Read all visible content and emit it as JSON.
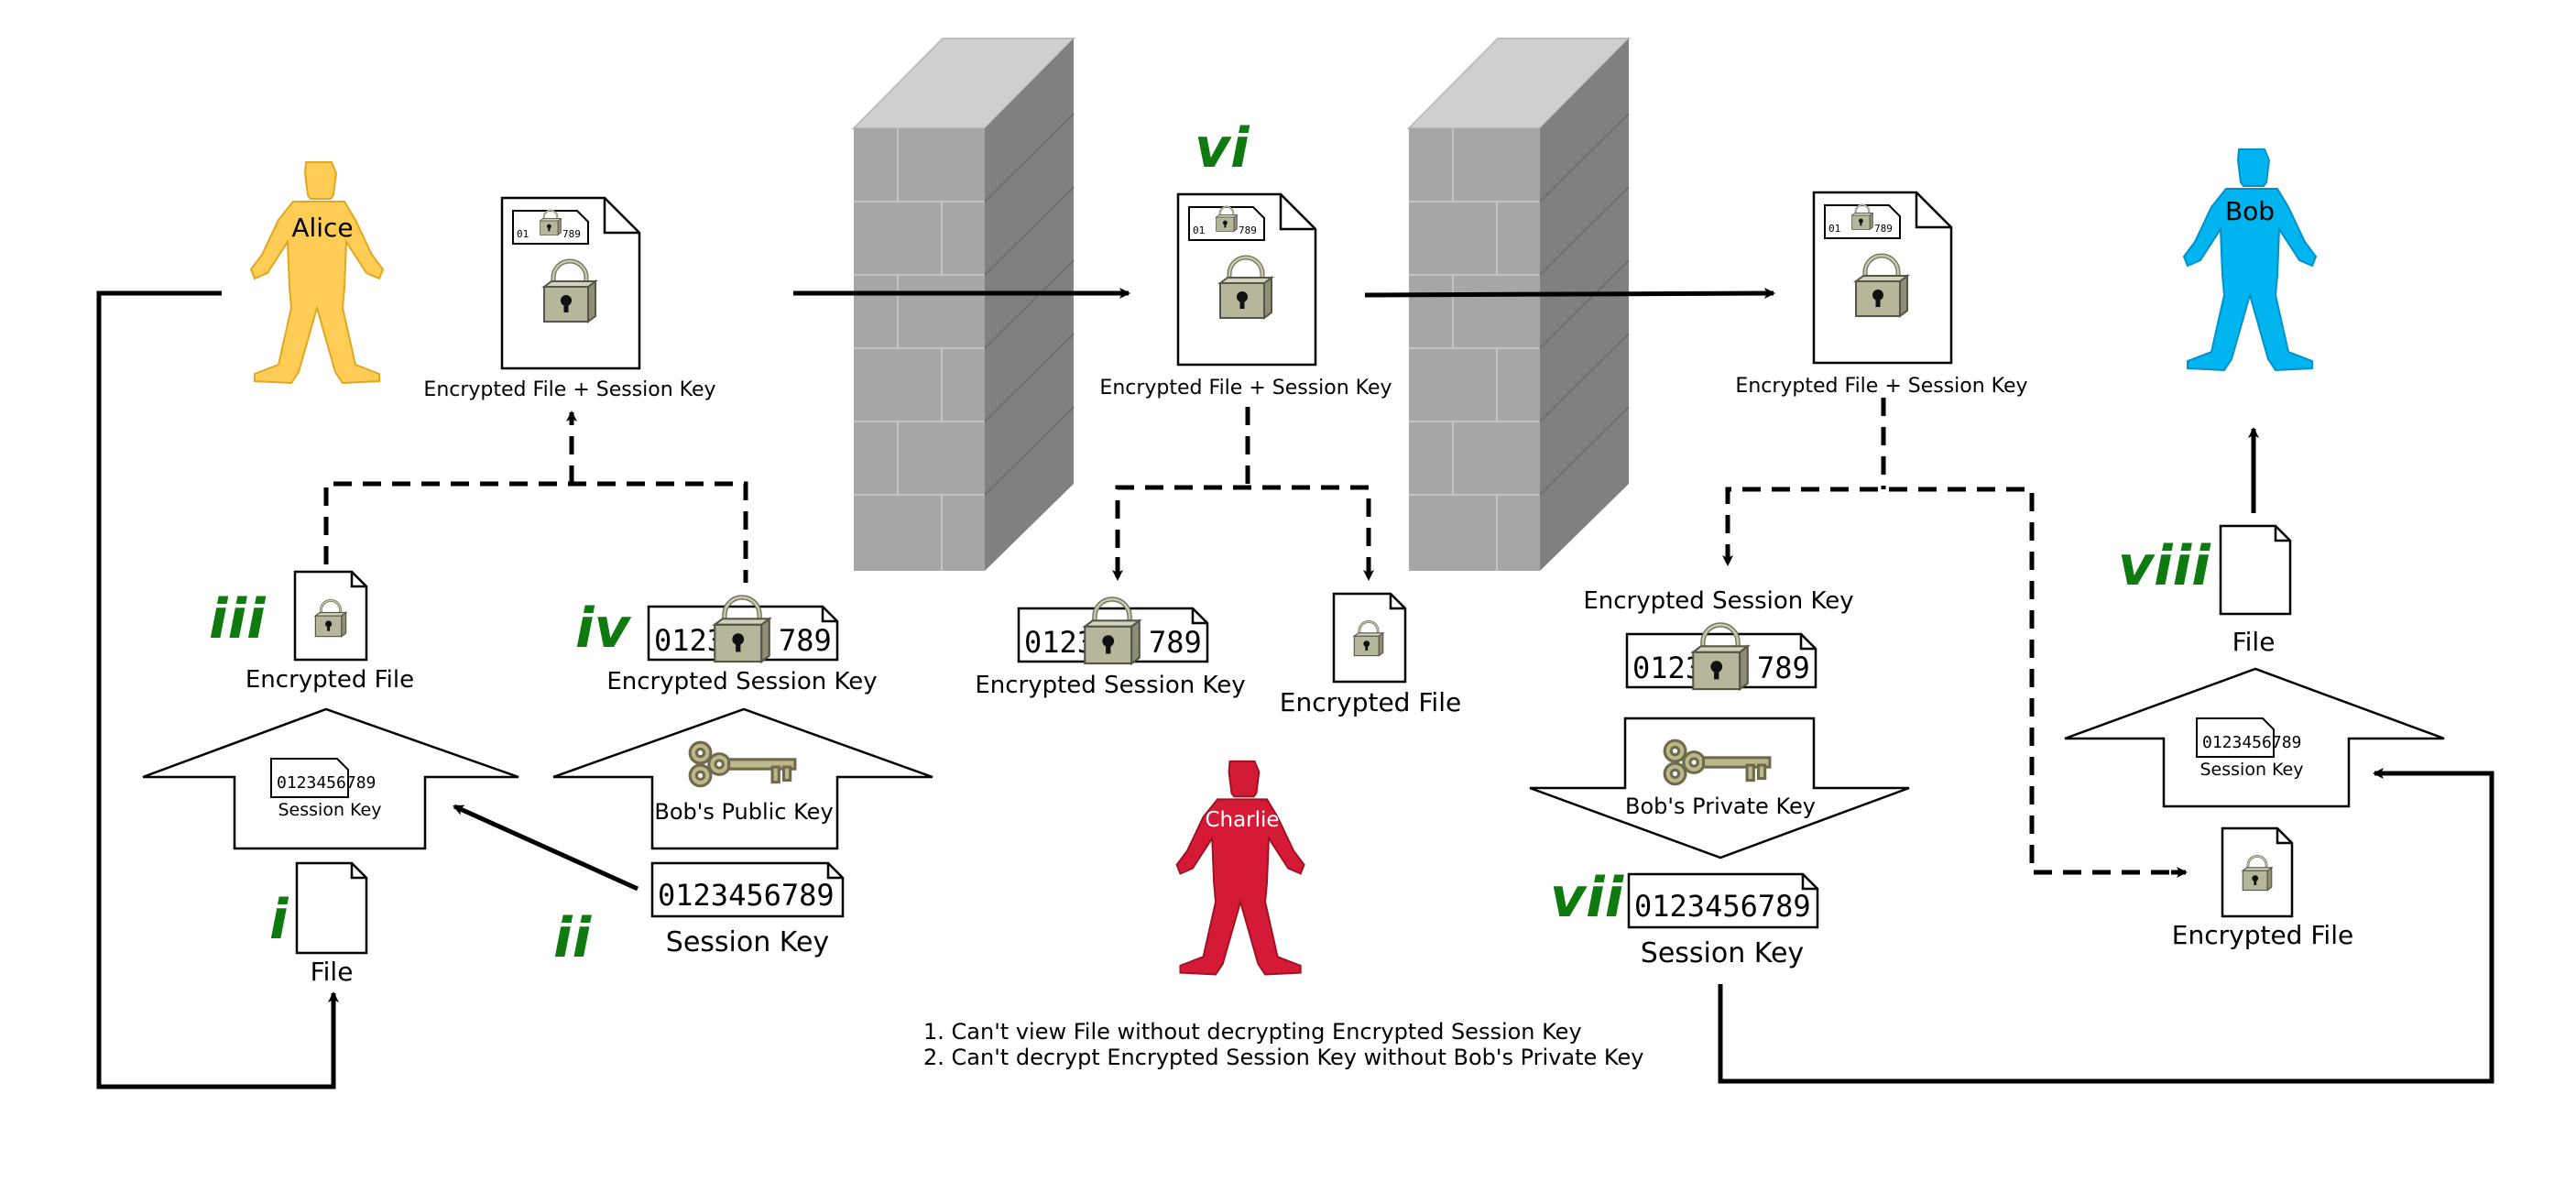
{
  "people": {
    "alice": {
      "name": "Alice",
      "color": "#ffcc55"
    },
    "bob": {
      "name": "Bob",
      "color": "#00b4f0"
    },
    "charlie": {
      "name": "Charlie",
      "color": "#d41a37"
    }
  },
  "steps": {
    "i": "i",
    "ii": "ii",
    "iii": "iii",
    "iv": "iv",
    "vi": "vi",
    "vii": "vii",
    "viii": "viii"
  },
  "labels": {
    "file": "File",
    "session_key": "Session Key",
    "session_key_value": "0123456789",
    "encrypted_file": "Encrypted File",
    "encrypted_session_key": "Encrypted Session Key",
    "encrypted_file_plus_session_key": "Encrypted File + Session Key",
    "bobs_public_key": "Bob's Public Key",
    "bobs_private_key": "Bob's Private Key",
    "partial_key_left": "0123",
    "partial_key_right": "789",
    "tiny_key_left": "01",
    "tiny_key_right": "789"
  },
  "notes": [
    "1. Can't view File without decrypting Encrypted Session Key",
    "2. Can't decrypt Encrypted Session Key without Bob's Private Key"
  ],
  "colors": {
    "step_green": "#0f7a0f",
    "lock": "#b6b69a",
    "wall_front": "#a6a6a6",
    "wall_side": "#808080",
    "wall_top": "#cfcfcf"
  }
}
